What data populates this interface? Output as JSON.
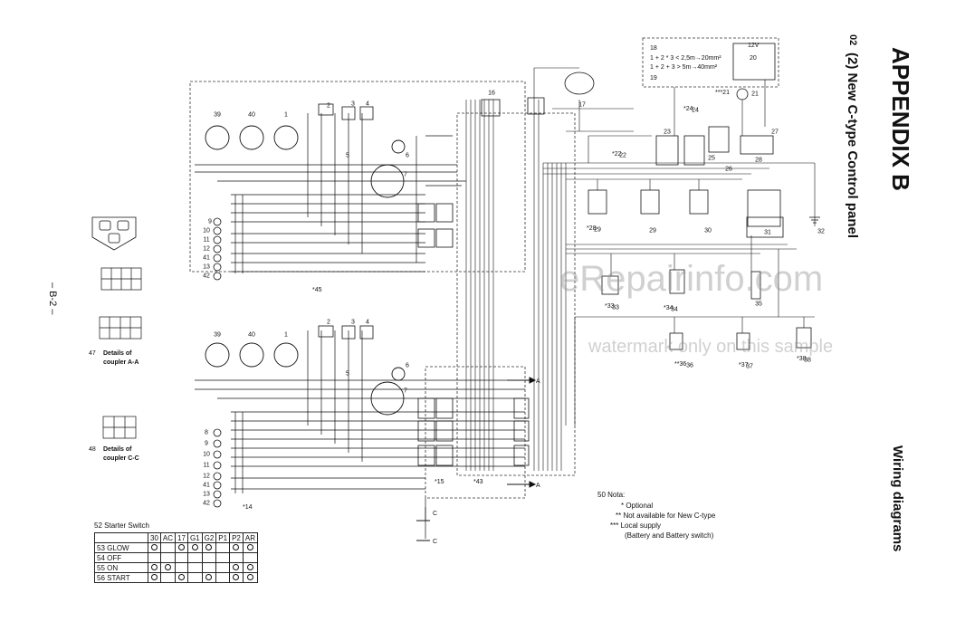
{
  "header": {
    "section_number": "02",
    "appendix_title": "APPENDIX B",
    "panel_title": "(2) New C-type Control panel",
    "chapter_title": "Wiring diagrams"
  },
  "page_number": "– B-2 –",
  "watermark": {
    "line1": "eRepairinfo.com",
    "line2": "watermark only on this sample"
  },
  "battery_box": {
    "label": "12V",
    "cable_spec_1": "1 + 2 * 3 < 2,5m→20mm²",
    "cable_spec_2": "1 + 2 + 3 >   5m→40mm²",
    "items": [
      "18",
      "19",
      "20"
    ]
  },
  "couplers": {
    "a_a": {
      "number": "47",
      "label": "Details of",
      "label2": "coupler A-A"
    },
    "c_c": {
      "number": "48",
      "label": "Details of",
      "label2": "coupler C-C"
    }
  },
  "connector_markers": {
    "a": "A",
    "c": "C"
  },
  "notes": {
    "number": "50",
    "title": "Nota:",
    "items": [
      "* Optional",
      "** Not available for New C-type",
      "*** Local supply",
      "(Battery and Battery switch)"
    ]
  },
  "starter_switch": {
    "number": "52",
    "title": "Starter Switch",
    "columns": [
      "30",
      "AC",
      "17",
      "G1",
      "G2",
      "P1",
      "P2",
      "AR"
    ],
    "rows": [
      {
        "number": "53",
        "label": "GLOW"
      },
      {
        "number": "54",
        "label": "OFF"
      },
      {
        "number": "55",
        "label": "ON"
      },
      {
        "number": "56",
        "label": "START"
      }
    ]
  },
  "component_labels": {
    "upper_gauges": [
      "39",
      "40",
      "1",
      "2",
      "3",
      "4",
      "5",
      "6",
      "7"
    ],
    "upper_lamps": [
      "9",
      "10",
      "11",
      "12",
      "41",
      "13",
      "42"
    ],
    "lower_gauges": [
      "39",
      "40",
      "1",
      "2",
      "3",
      "4",
      "5",
      "6",
      "7"
    ],
    "lower_lamps": [
      "8",
      "9",
      "10",
      "11",
      "12",
      "41",
      "13",
      "42"
    ],
    "right_side": [
      "16",
      "17",
      "21",
      "22",
      "23",
      "24",
      "25",
      "26",
      "27",
      "28",
      "29",
      "30",
      "31",
      "32",
      "33",
      "34",
      "35",
      "36",
      "37",
      "38"
    ],
    "group_marks": [
      "*45",
      "*14",
      "*15",
      "*43",
      "*24",
      "*22",
      "*28",
      "*33",
      "*34",
      "**36",
      "*37",
      "*38",
      "***21"
    ]
  }
}
